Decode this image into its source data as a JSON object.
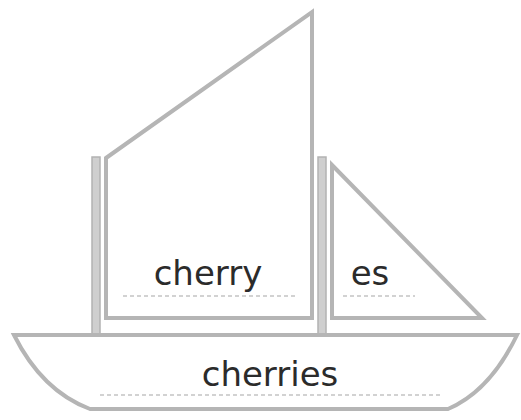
{
  "diagram": {
    "nodes": [
      {
        "text": [
          "cherry"
        ]
      },
      {
        "text": [
          "es"
        ]
      },
      {
        "text": [
          "cherries"
        ]
      }
    ]
  }
}
